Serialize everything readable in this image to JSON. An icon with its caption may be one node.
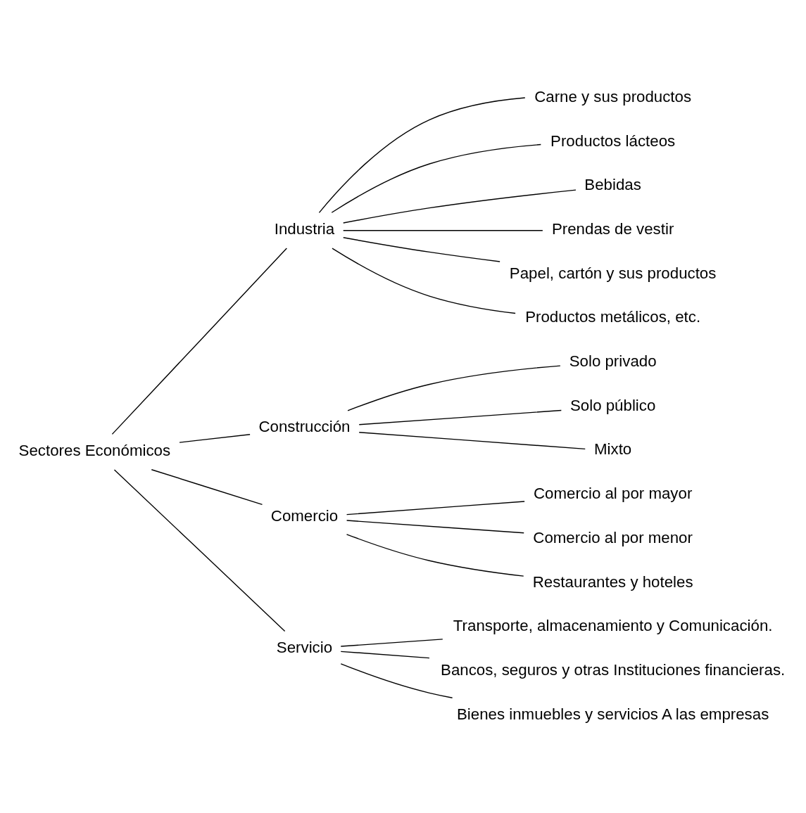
{
  "diagram": {
    "nodes": [
      {
        "text": [
          "Sectores Económicos"
        ]
      },
      {
        "text": [
          "Industria"
        ]
      },
      {
        "text": [
          "Carne y sus productos"
        ]
      },
      {
        "text": [
          "Productos lácteos"
        ]
      },
      {
        "text": [
          "Bebidas"
        ]
      },
      {
        "text": [
          "Prendas de vestir"
        ]
      },
      {
        "text": [
          "Papel, cartón y sus productos"
        ]
      },
      {
        "text": [
          "Productos metálicos, etc."
        ]
      },
      {
        "text": [
          "Construcción"
        ]
      },
      {
        "text": [
          "Solo privado"
        ]
      },
      {
        "text": [
          "Solo público"
        ]
      },
      {
        "text": [
          "Mixto"
        ]
      },
      {
        "text": [
          "Comercio"
        ]
      },
      {
        "text": [
          "Comercio al por mayor"
        ]
      },
      {
        "text": [
          "Comercio al por menor"
        ]
      },
      {
        "text": [
          "Restaurantes y hoteles"
        ]
      },
      {
        "text": [
          "Servicio"
        ]
      },
      {
        "text": [
          "Transporte, almacenamiento y Comunicación."
        ]
      },
      {
        "text": [
          "Bancos, seguros y otras Instituciones financieras."
        ]
      },
      {
        "text": [
          "Bienes inmuebles y servicios A las empresas"
        ]
      }
    ],
    "edges": [
      {
        "from": 0,
        "to": 1,
        "arrow": "none"
      },
      {
        "from": 0,
        "to": 8,
        "arrow": "none"
      },
      {
        "from": 0,
        "to": 12,
        "arrow": "none"
      },
      {
        "from": 0,
        "to": 16,
        "arrow": "none"
      },
      {
        "from": 1,
        "to": 2,
        "arrow": "none"
      },
      {
        "from": 1,
        "to": 3,
        "arrow": "none"
      },
      {
        "from": 1,
        "to": 4,
        "arrow": "none"
      },
      {
        "from": 1,
        "to": 5,
        "arrow": "none"
      },
      {
        "from": 1,
        "to": 6,
        "arrow": "none"
      },
      {
        "from": 1,
        "to": 7,
        "arrow": "none"
      },
      {
        "from": 8,
        "to": 9,
        "arrow": "none"
      },
      {
        "from": 8,
        "to": 10,
        "arrow": "none"
      },
      {
        "from": 8,
        "to": 11,
        "arrow": "none"
      },
      {
        "from": 12,
        "to": 13,
        "arrow": "none"
      },
      {
        "from": 12,
        "to": 14,
        "arrow": "none"
      },
      {
        "from": 12,
        "to": 15,
        "arrow": "none"
      },
      {
        "from": 16,
        "to": 17,
        "arrow": "none"
      },
      {
        "from": 16,
        "to": 18,
        "arrow": "none"
      },
      {
        "from": 16,
        "to": 19,
        "arrow": "none"
      }
    ]
  }
}
